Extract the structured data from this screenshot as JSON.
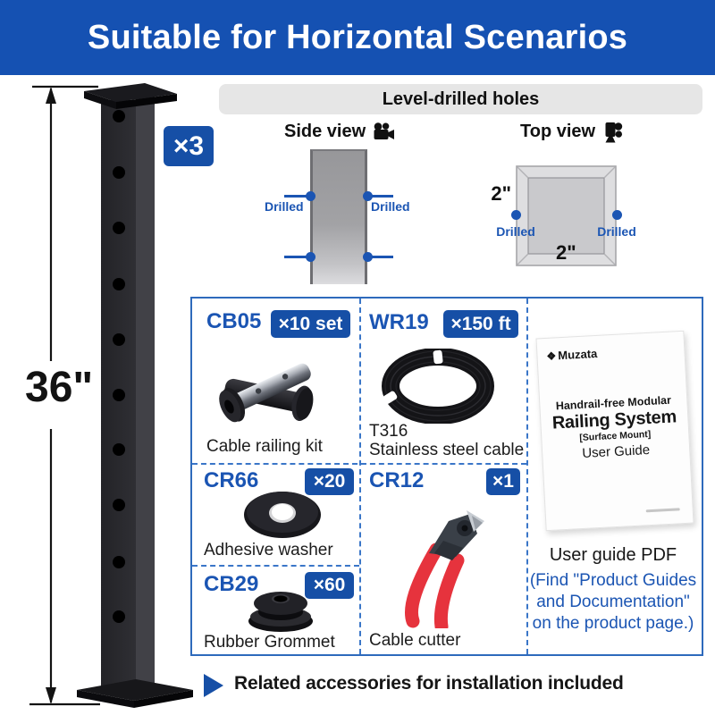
{
  "header": {
    "title": "Suitable for Horizontal Scenarios"
  },
  "post": {
    "quantity_badge": "×3",
    "height_label": "36\""
  },
  "drilled": {
    "title": "Level-drilled holes",
    "side_view": {
      "label": "Side view",
      "drilled_left": "Drilled",
      "drilled_right": "Drilled"
    },
    "top_view": {
      "label": "Top view",
      "dim_top": "2\"",
      "dim_bottom": "2\"",
      "drilled_left": "Drilled",
      "drilled_right": "Drilled"
    }
  },
  "accessories": {
    "items": [
      {
        "id": "CB05",
        "qty": "×10 set",
        "caption": "Cable railing kit"
      },
      {
        "id": "WR19",
        "qty": "×150 ft",
        "caption_line1": "T316",
        "caption_line2": "Stainless steel cable"
      },
      {
        "id": "CR66",
        "qty": "×20",
        "caption": "Adhesive washer"
      },
      {
        "id": "CB29",
        "qty": "×60",
        "caption": "Rubber Grommet"
      },
      {
        "id": "CR12",
        "qty": "×1",
        "caption": "Cable cutter"
      }
    ],
    "guide": {
      "brand_icon_char": "❖",
      "brand": "Muzata",
      "line1": "Handrail-free Modular",
      "line2": "Railing System",
      "line3": "[Surface Mount]",
      "line4": "User Guide",
      "pdf_label": "User guide PDF",
      "note_line1": "(Find \"Product Guides",
      "note_line2": "and Documentation\"",
      "note_line3": "on the product page.)"
    }
  },
  "footer": {
    "note": "Related accessories for installation included"
  },
  "icons": {
    "side_view_icon": "movie-camera",
    "top_view_icon": "movie-camera-rotated",
    "footer_icon": "play-triangle",
    "brand_icon": "diamond-flower"
  },
  "colors": {
    "primary_blue": "#1551b2",
    "badge_blue": "#164fa6",
    "text_blue": "#1b55b3",
    "dashed_border_blue": "#3a76c8"
  }
}
